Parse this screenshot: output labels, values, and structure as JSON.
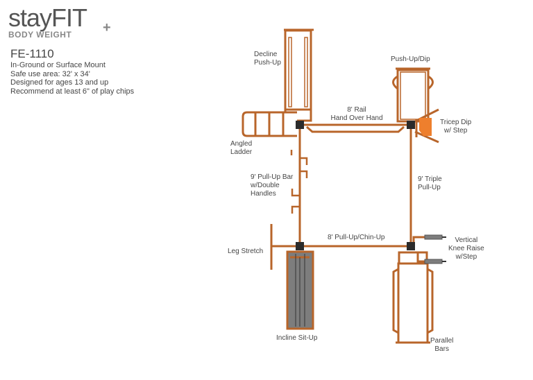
{
  "logo": {
    "main": "stayFIT",
    "sub": "BODY WEIGHT",
    "plus": "+"
  },
  "info": {
    "model": "FE-1110",
    "lines": [
      "In-Ground or Surface Mount",
      "Safe use area: 32' x 34'",
      "Designed for ages 13 and up",
      "Recommend at least 6\" of play chips"
    ]
  },
  "labels": {
    "decline_pushup": [
      "Decline",
      "Push-Up"
    ],
    "pushup_dip": "Push-Up/Dip",
    "rail": [
      "8' Rail",
      "Hand Over Hand"
    ],
    "tricep_dip": [
      "Tricep Dip",
      "w/ Step"
    ],
    "angled_ladder": [
      "Angled",
      "Ladder"
    ],
    "pullup_bar": [
      "9' Pull-Up Bar",
      "w/Double",
      "Handles"
    ],
    "triple_pullup": [
      "9' Triple",
      "Pull-Up"
    ],
    "chinup": "8' Pull-Up/Chin-Up",
    "leg_stretch": "Leg Stretch",
    "knee_raise": [
      "Vertical",
      "Knee Raise",
      "w/Step"
    ],
    "incline_situp": "Incline Sit-Up",
    "parallel_bars": [
      "Parallel",
      "Bars"
    ]
  },
  "colors": {
    "pipe": "#b8652a",
    "pipe_fill": "#f2a46a",
    "joint": "#2b2b2b",
    "board": "#7d7d7d",
    "step": "#ee7f2d"
  }
}
